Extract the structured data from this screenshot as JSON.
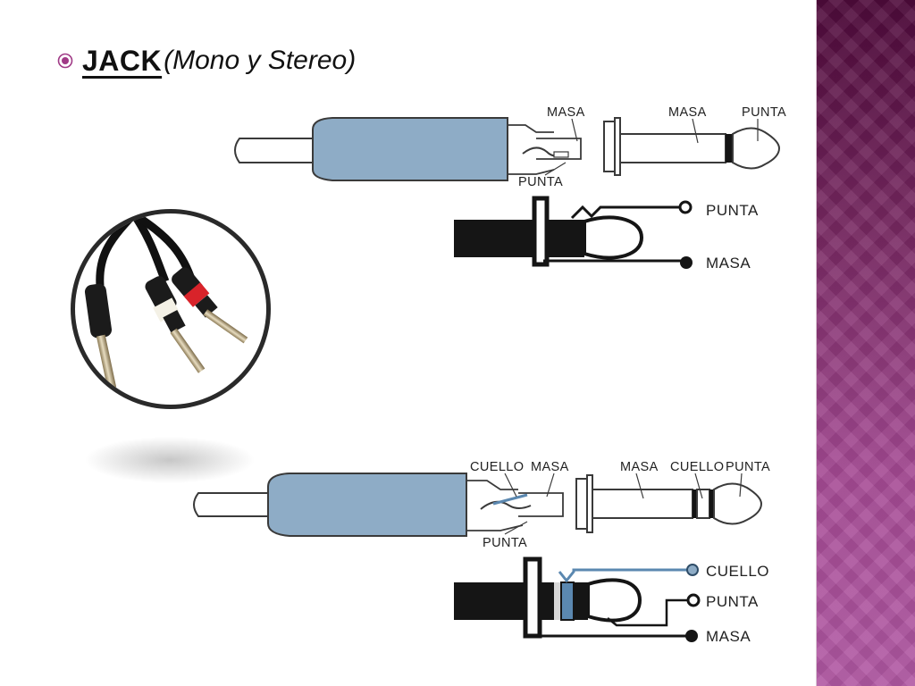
{
  "heading": {
    "title": "JACK",
    "subtitle": "(Mono y Stereo)"
  },
  "mono": {
    "plug_labels": {
      "masa_inner": "MASA",
      "masa_outer": "MASA",
      "punta_outer": "PUNTA",
      "punta_inner": "PUNTA"
    },
    "schematic_labels": {
      "punta": "PUNTA",
      "masa": "MASA"
    }
  },
  "stereo": {
    "plug_labels": {
      "cuello_inner": "CUELLO",
      "masa_inner": "MASA",
      "masa_outer": "MASA",
      "cuello_outer": "CUELLO",
      "punta_outer": "PUNTA",
      "punta_inner": "PUNTA"
    },
    "schematic_labels": {
      "cuello": "CUELLO",
      "punta": "PUNTA",
      "masa": "MASA"
    }
  },
  "colors": {
    "plug_body": "#8eacc6",
    "accent_band": "#5b88b0",
    "side_band": "#7a2a64",
    "schematic_black": "#151515"
  }
}
